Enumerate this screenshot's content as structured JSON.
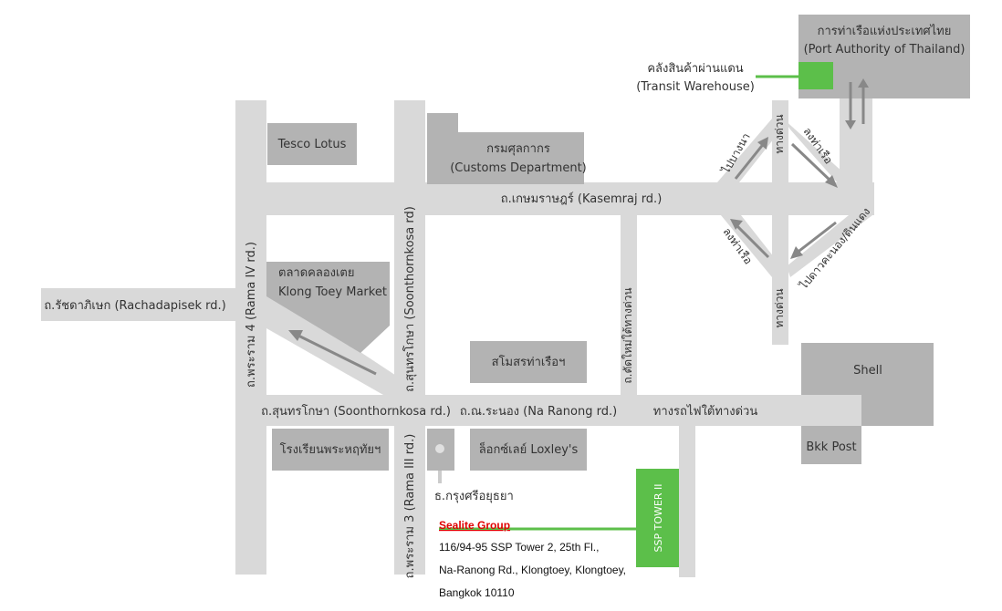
{
  "map": {
    "buildings": {
      "port_authority": {
        "line1": "การท่าเรือแห่งประเทศไทย",
        "line2": "(Port Authority of Thailand)"
      },
      "transit_warehouse": {
        "line1": "คลังสินค้าผ่านแดน",
        "line2": "(Transit Warehouse)"
      },
      "tesco": "Tesco Lotus",
      "customs": {
        "line1": "กรมศุลกากร",
        "line2": "(Customs Department)"
      },
      "klong_toey_market": {
        "line1": "ตลาดคลองเตย",
        "line2": "Klong Toey Market"
      },
      "port_club": "สโมสรท่าเรือฯ",
      "shell": "Shell",
      "bkk_post": "Bkk Post",
      "school": "โรงเรียนพระหฤทัยฯ",
      "loxley": "ล็อกซ์เลย์ Loxley's",
      "krungsri_bank": "ธ.กรุงศรีอยุธยา",
      "ssp_tower": "SSP TOWER II"
    },
    "roads": {
      "kasemraj": "ถ.เกษมราษฎร์ (Kasemraj rd.)",
      "rachadapisek": "ถ.รัชดาภิเษก (Rachadapisek rd.)",
      "rama4": "ถ.พระราม 4 (Rama IV rd.)",
      "soonthornkosa_v": "ถ.สุนทรโกษา (Soonthornkosa rd)",
      "soonthornkosa_h": "ถ.สุนทรโกษา (Soonthornkosa rd.)",
      "na_ranong": "ถ.ณ.ระนอง (Na Ranong rd.)",
      "rama3": "ถ.พระราม 3 (Rama III rd.)",
      "new_road_under_expressway": "ถ.ตัดใหม่ใต้ทางด่วน",
      "rail_under_expressway": "ทางรถไฟใต้ทางด่วน"
    },
    "ramps": {
      "expressway_top": "ทางด่วน",
      "to_bangna": "ไปบางนา",
      "to_port_top": "ลงท่าเรือ",
      "to_port_bottom": "ลงท่าเรือ",
      "to_dindaeng": "ไปดาวคะนอง/ดินแดง",
      "expressway_bottom": "ทางด่วน"
    },
    "address": {
      "company": "Sealite Group",
      "line1": "116/94-95 SSP Tower 2, 25th Fl.,",
      "line2": "Na-Ranong Rd., Klongtoey, Klongtoey,",
      "line3": "Bangkok 10110"
    },
    "colors": {
      "road": "#d9d9d9",
      "building": "#b3b3b3",
      "highlight_green": "#5cbf4a",
      "company_red": "#e00000"
    }
  }
}
